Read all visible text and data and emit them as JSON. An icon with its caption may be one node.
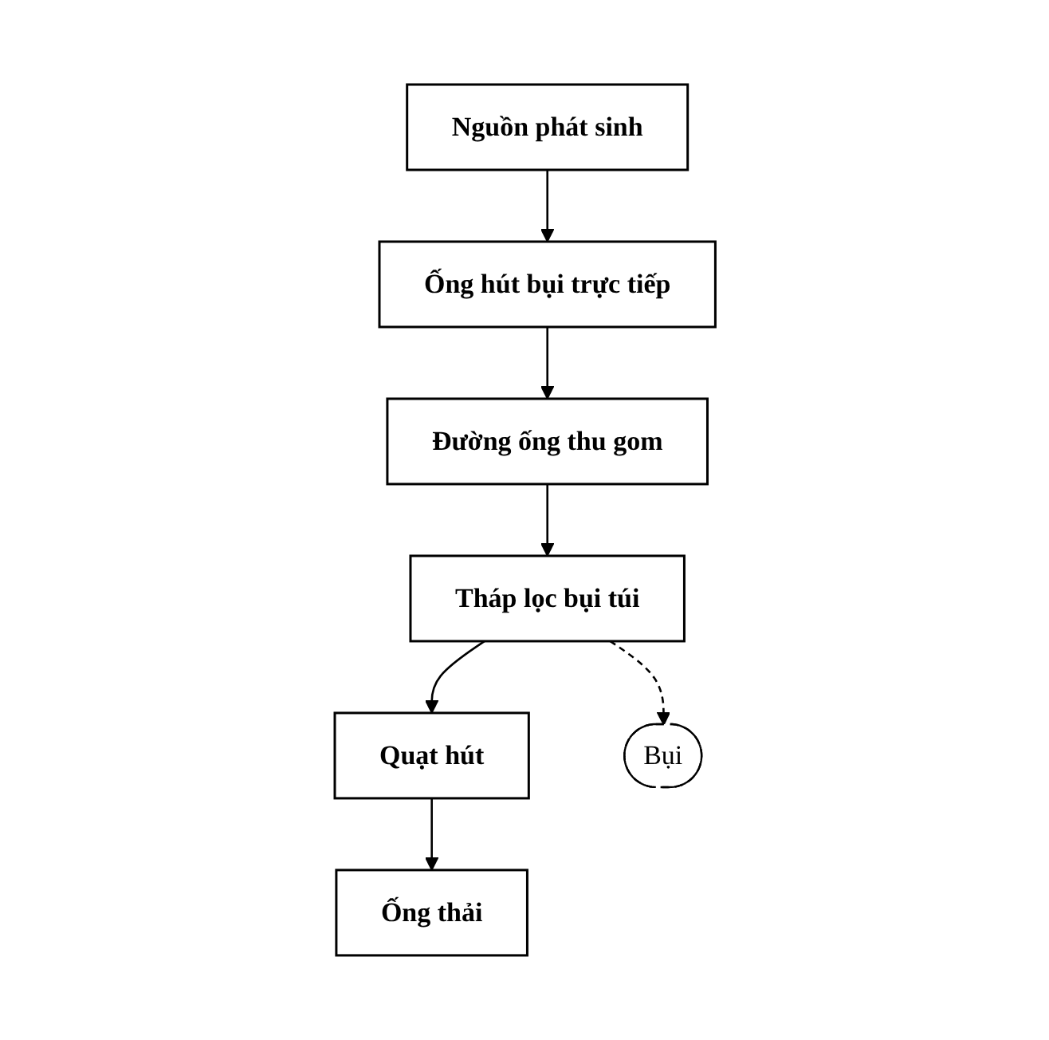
{
  "diagram": {
    "nodes": [
      {
        "text": [
          "Nguồn phát sinh"
        ]
      },
      {
        "text": [
          "Ống hút bụi trực tiếp"
        ]
      },
      {
        "text": [
          "Đường ống thu gom"
        ]
      },
      {
        "text": [
          "Tháp lọc bụi túi"
        ]
      },
      {
        "text": [
          "Quạt hút"
        ]
      },
      {
        "text": [
          "Ống thải"
        ]
      },
      {
        "text": [
          "Bụi"
        ]
      }
    ],
    "edges": [
      {
        "from": 0,
        "to": 1,
        "arrow": "to"
      },
      {
        "from": 1,
        "to": 2,
        "arrow": "to"
      },
      {
        "from": 2,
        "to": 3,
        "arrow": "to"
      },
      {
        "from": 3,
        "to": 6,
        "arrow": "to",
        "style": "dashed"
      },
      {
        "from": 3,
        "to": 4,
        "arrow": "to"
      },
      {
        "from": 4,
        "to": 5,
        "arrow": "to"
      }
    ]
  }
}
